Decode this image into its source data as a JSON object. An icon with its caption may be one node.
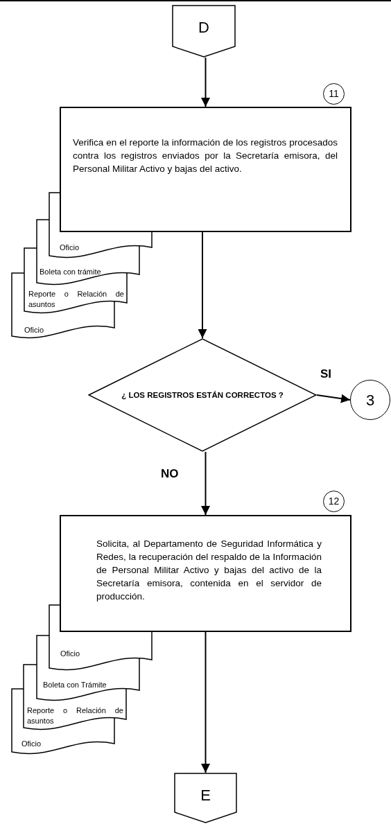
{
  "diagram": {
    "nodes": [
      {
        "text": [
          "D"
        ]
      },
      {
        "text": [
          "11"
        ]
      },
      {
        "text": [
          "Verifica en el reporte la información de los registros procesados contra los registros enviados por la Secretaría emisora, del Personal Militar Activo y bajas del activo."
        ]
      },
      {
        "text": [
          "Oficio"
        ]
      },
      {
        "text": [
          "Boleta con trámite"
        ]
      },
      {
        "text": [
          "Reporte o Relación de asuntos"
        ]
      },
      {
        "text": [
          "Oficio"
        ]
      },
      {
        "text": [
          "¿ LOS REGISTROS ESTÁN CORRECTOS ?"
        ]
      },
      {
        "text": [
          "3"
        ]
      },
      {
        "text": [
          "12"
        ]
      },
      {
        "text": [
          "Solicita, al Departamento de Seguridad Informática y Redes, la recuperación del respaldo de la Información de Personal Militar Activo y bajas del activo de la Secretaría emisora, contenida en el servidor de producción."
        ]
      },
      {
        "text": [
          "Oficio"
        ]
      },
      {
        "text": [
          "Boleta con Trámite"
        ]
      },
      {
        "text": [
          "Reporte o Relación de asuntos"
        ]
      },
      {
        "text": [
          "Oficio"
        ]
      },
      {
        "text": [
          "E"
        ]
      }
    ],
    "edges": [
      {
        "from": 0,
        "to": 2,
        "arrow": "to"
      },
      {
        "from": 2,
        "to": 7,
        "arrow": "to"
      },
      {
        "from": 7,
        "to": 8,
        "arrow": "to",
        "label": "SI"
      },
      {
        "from": 7,
        "to": 10,
        "arrow": "to",
        "label": "NO"
      },
      {
        "from": 10,
        "to": 15,
        "arrow": "to"
      }
    ]
  }
}
